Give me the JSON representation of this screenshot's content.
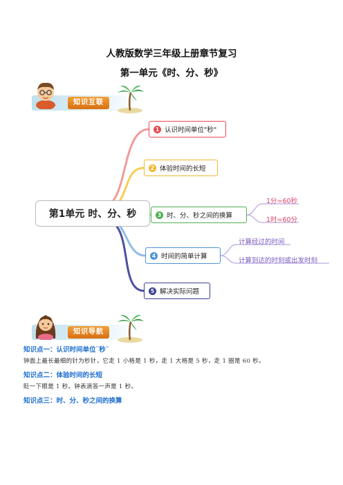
{
  "doc": {
    "title": "人教版数学三年级上册章节复习",
    "subtitle": "第一单元《时、分、秒》"
  },
  "banners": {
    "knowledge_network": "知识互联",
    "knowledge_guide": "知识导航"
  },
  "mindmap": {
    "root": "第1单元 时、分、秒",
    "branches": [
      {
        "num": "1",
        "label": "认识时间单位\"秒\"",
        "color": "#e8494f"
      },
      {
        "num": "2",
        "label": "体验时间的长短",
        "color": "#f2b630"
      },
      {
        "num": "3",
        "label": "时、分、秒之间的换算",
        "color": "#4cae4f"
      },
      {
        "num": "4",
        "label": "时间的简单计算",
        "color": "#4b93d6"
      },
      {
        "num": "5",
        "label": "解决实际问题",
        "color": "#3a3f8f"
      }
    ],
    "leaves_conversion": [
      "1分=60秒",
      "1时=60分"
    ],
    "leaves_calculation": [
      "计算经过的时间",
      "计算到达的时刻或出发时刻"
    ]
  },
  "knowledge_points": [
    {
      "title": "知识点一：认识时间单位¨秒¨",
      "body": "钟面上最长最细的针为秒针，它走 1 小格是 1 秒，走 1 大格是 5 秒，走 1 圈是 60 秒。"
    },
    {
      "title": "知识点二：体验时间的长短",
      "body": "眨一下眼是 1 秒。钟表滴答一声是 1 秒。"
    },
    {
      "title": "知识点三：时、分、秒之间的换算",
      "body": ""
    }
  ],
  "colors": {
    "banner_tag": "#e07d1c",
    "kp_title": "#1e6fd0",
    "leaf_purple": "#7a5bbf",
    "leaf_red": "#d9466a"
  }
}
